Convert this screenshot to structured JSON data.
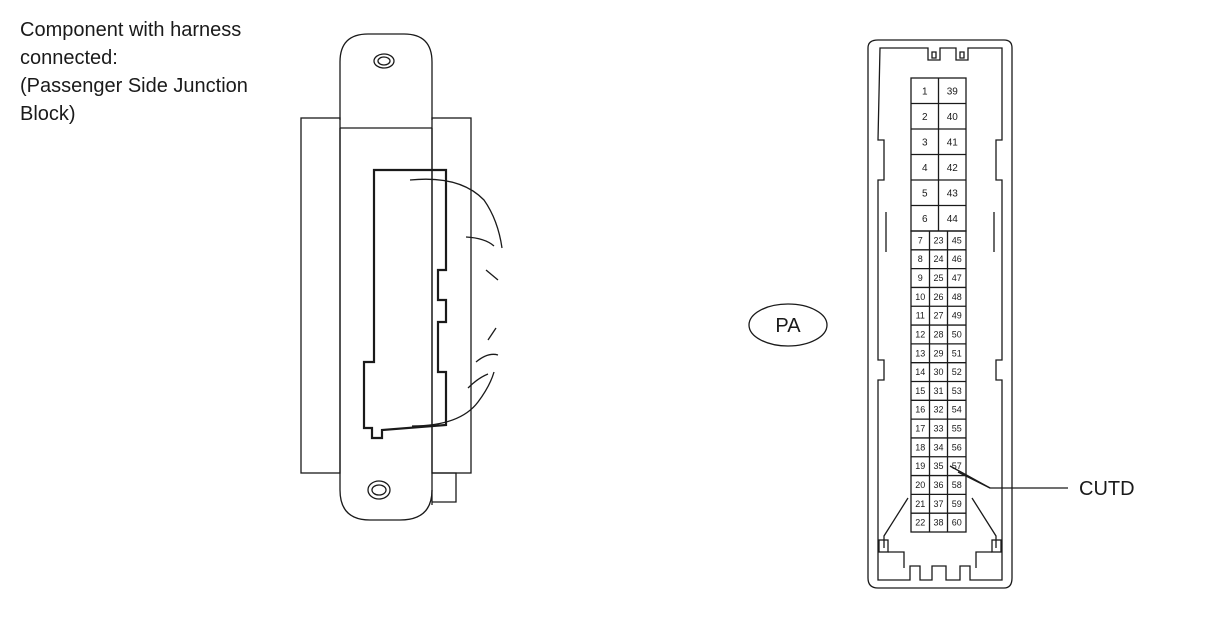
{
  "caption": {
    "lines": [
      "Component with harness",
      "connected:",
      "(Passenger Side Junction",
      "Block)"
    ]
  },
  "connector_code": "PA",
  "callout_label": "CUTD",
  "pins": {
    "top_left": [
      "1",
      "2",
      "3",
      "4",
      "5",
      "6"
    ],
    "top_right": [
      "39",
      "40",
      "41",
      "42",
      "43",
      "44"
    ],
    "col1": [
      "7",
      "8",
      "9",
      "10",
      "11",
      "12",
      "13",
      "14",
      "15",
      "16",
      "17",
      "18",
      "19",
      "20",
      "21",
      "22"
    ],
    "col2": [
      "23",
      "24",
      "25",
      "26",
      "27",
      "28",
      "29",
      "30",
      "31",
      "32",
      "33",
      "34",
      "35",
      "36",
      "37",
      "38"
    ],
    "col3": [
      "45",
      "46",
      "47",
      "48",
      "49",
      "50",
      "51",
      "52",
      "53",
      "54",
      "55",
      "56",
      "57",
      "58",
      "59",
      "60"
    ]
  }
}
